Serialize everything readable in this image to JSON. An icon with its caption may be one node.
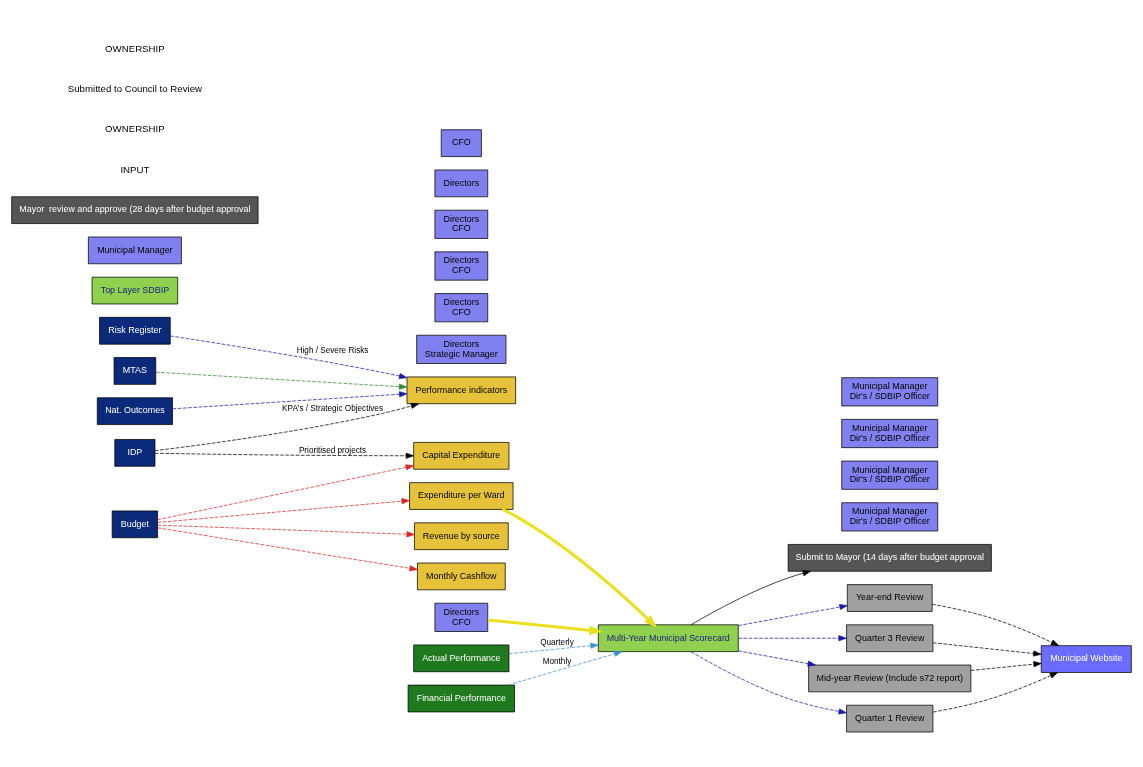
{
  "diagram": {
    "nodes": [
      {
        "text": [
          "IDP"
        ]
      },
      {
        "text": [
          "Budget"
        ]
      },
      {
        "text": [
          "MTAS"
        ]
      },
      {
        "text": [
          "Nat. Outcomes"
        ]
      },
      {
        "text": [
          "Risk Register"
        ]
      },
      {
        "text": [
          "Top Layer SDBIP"
        ]
      },
      {
        "text": [
          "Municipal Manager"
        ]
      },
      {
        "text": [
          "Performance indicators"
        ]
      },
      {
        "text": [
          "Directors",
          "Strategic Manager"
        ]
      },
      {
        "text": [
          "Capital Expenditure"
        ]
      },
      {
        "text": [
          "Directors",
          "CFO"
        ]
      },
      {
        "text": [
          "Revenue by source"
        ]
      },
      {
        "text": [
          "Directors",
          "CFO"
        ]
      },
      {
        "text": [
          "Monthly Cashflow"
        ]
      },
      {
        "text": [
          "Directors",
          "CFO"
        ]
      },
      {
        "text": [
          "Expenditure per Ward"
        ]
      },
      {
        "text": [
          "Directors",
          "CFO"
        ]
      },
      {
        "text": [
          "Directors"
        ]
      },
      {
        "text": [
          "Actual Performance"
        ]
      },
      {
        "text": [
          "CFO"
        ]
      },
      {
        "text": [
          "Financial Performance"
        ]
      },
      {
        "text": [
          "Multi-Year Municipal Scorecard"
        ]
      },
      {
        "text": [
          "Submit to Mayor (14 days after budget approval"
        ]
      },
      {
        "text": [
          "Mayor  review and approve (28 days after budget approval"
        ]
      },
      {
        "text": [
          "Municipal Website"
        ]
      },
      {
        "text": [
          "Year-end Review"
        ]
      },
      {
        "text": [
          "Municipal Manager",
          "Dir's / SDBIP Officer"
        ]
      },
      {
        "text": [
          "Quarter 3 Review"
        ]
      },
      {
        "text": [
          "Municipal Manager",
          "Dir's / SDBIP Officer"
        ]
      },
      {
        "text": [
          "Mid-year Review (Include s72 report)"
        ]
      },
      {
        "text": [
          "Municipal Manager",
          "Dir's / SDBIP Officer"
        ]
      },
      {
        "text": [
          "Quarter 1 Review"
        ]
      },
      {
        "text": [
          "Municipal Manager",
          "Dir's / SDBIP Officer"
        ]
      }
    ],
    "edges": [
      {
        "from": 0,
        "to": 7,
        "arrow": "to",
        "label": "KPA's / Strategic Objectives",
        "style": "dashed"
      },
      {
        "from": 0,
        "to": 9,
        "arrow": "to",
        "label": "Prioritised projects",
        "style": "dashed"
      },
      {
        "from": 2,
        "to": 7,
        "arrow": "to",
        "style": "dashed",
        "color": "#2e8b2e"
      },
      {
        "from": 3,
        "to": 7,
        "arrow": "to",
        "style": "dashed",
        "color": "#1a1aa8"
      },
      {
        "from": 4,
        "to": 7,
        "arrow": "to",
        "label": "High / Severe Risks",
        "style": "dashed",
        "color": "#1a1aa8"
      },
      {
        "from": 1,
        "to": 9,
        "arrow": "to",
        "style": "dashed",
        "color": "#dd2222"
      },
      {
        "from": 1,
        "to": 11,
        "arrow": "to",
        "style": "dashed",
        "color": "#dd2222"
      },
      {
        "from": 1,
        "to": 13,
        "arrow": "to",
        "style": "dashed",
        "color": "#dd2222"
      },
      {
        "from": 1,
        "to": 15,
        "arrow": "to",
        "style": "dashed",
        "color": "#dd2222"
      },
      {
        "from": 15,
        "to": 21,
        "arrow": "to",
        "style": "thick",
        "color": "#e8e020"
      },
      {
        "from": 16,
        "to": 21,
        "arrow": "to",
        "style": "thick",
        "color": "#e8e020"
      },
      {
        "from": 18,
        "to": 21,
        "arrow": "to",
        "label": "Quarterly",
        "style": "dashed",
        "color": "#3a8fd0"
      },
      {
        "from": 20,
        "to": 21,
        "arrow": "to",
        "label": "Monthly",
        "style": "dashed",
        "color": "#3a8fd0"
      },
      {
        "from": 21,
        "to": 22,
        "arrow": "to"
      },
      {
        "from": 21,
        "to": 25,
        "arrow": "to",
        "style": "dashed",
        "color": "#1a1aa8"
      },
      {
        "from": 21,
        "to": 27,
        "arrow": "to",
        "style": "dashed",
        "color": "#1a1aa8"
      },
      {
        "from": 21,
        "to": 29,
        "arrow": "to",
        "style": "dashed",
        "color": "#1a1aa8"
      },
      {
        "from": 21,
        "to": 31,
        "arrow": "to",
        "style": "dashed",
        "color": "#1a1aa8"
      },
      {
        "from": 25,
        "to": 24,
        "arrow": "to",
        "style": "dashed"
      },
      {
        "from": 27,
        "to": 24,
        "arrow": "to",
        "style": "dashed"
      },
      {
        "from": 29,
        "to": 24,
        "arrow": "to",
        "style": "dashed"
      },
      {
        "from": 31,
        "to": 24,
        "arrow": "to",
        "style": "dashed"
      }
    ],
    "labels": [
      "INPUT",
      "OWNERSHIP",
      "Submitted to Council to Review",
      "OWNERSHIP"
    ]
  }
}
